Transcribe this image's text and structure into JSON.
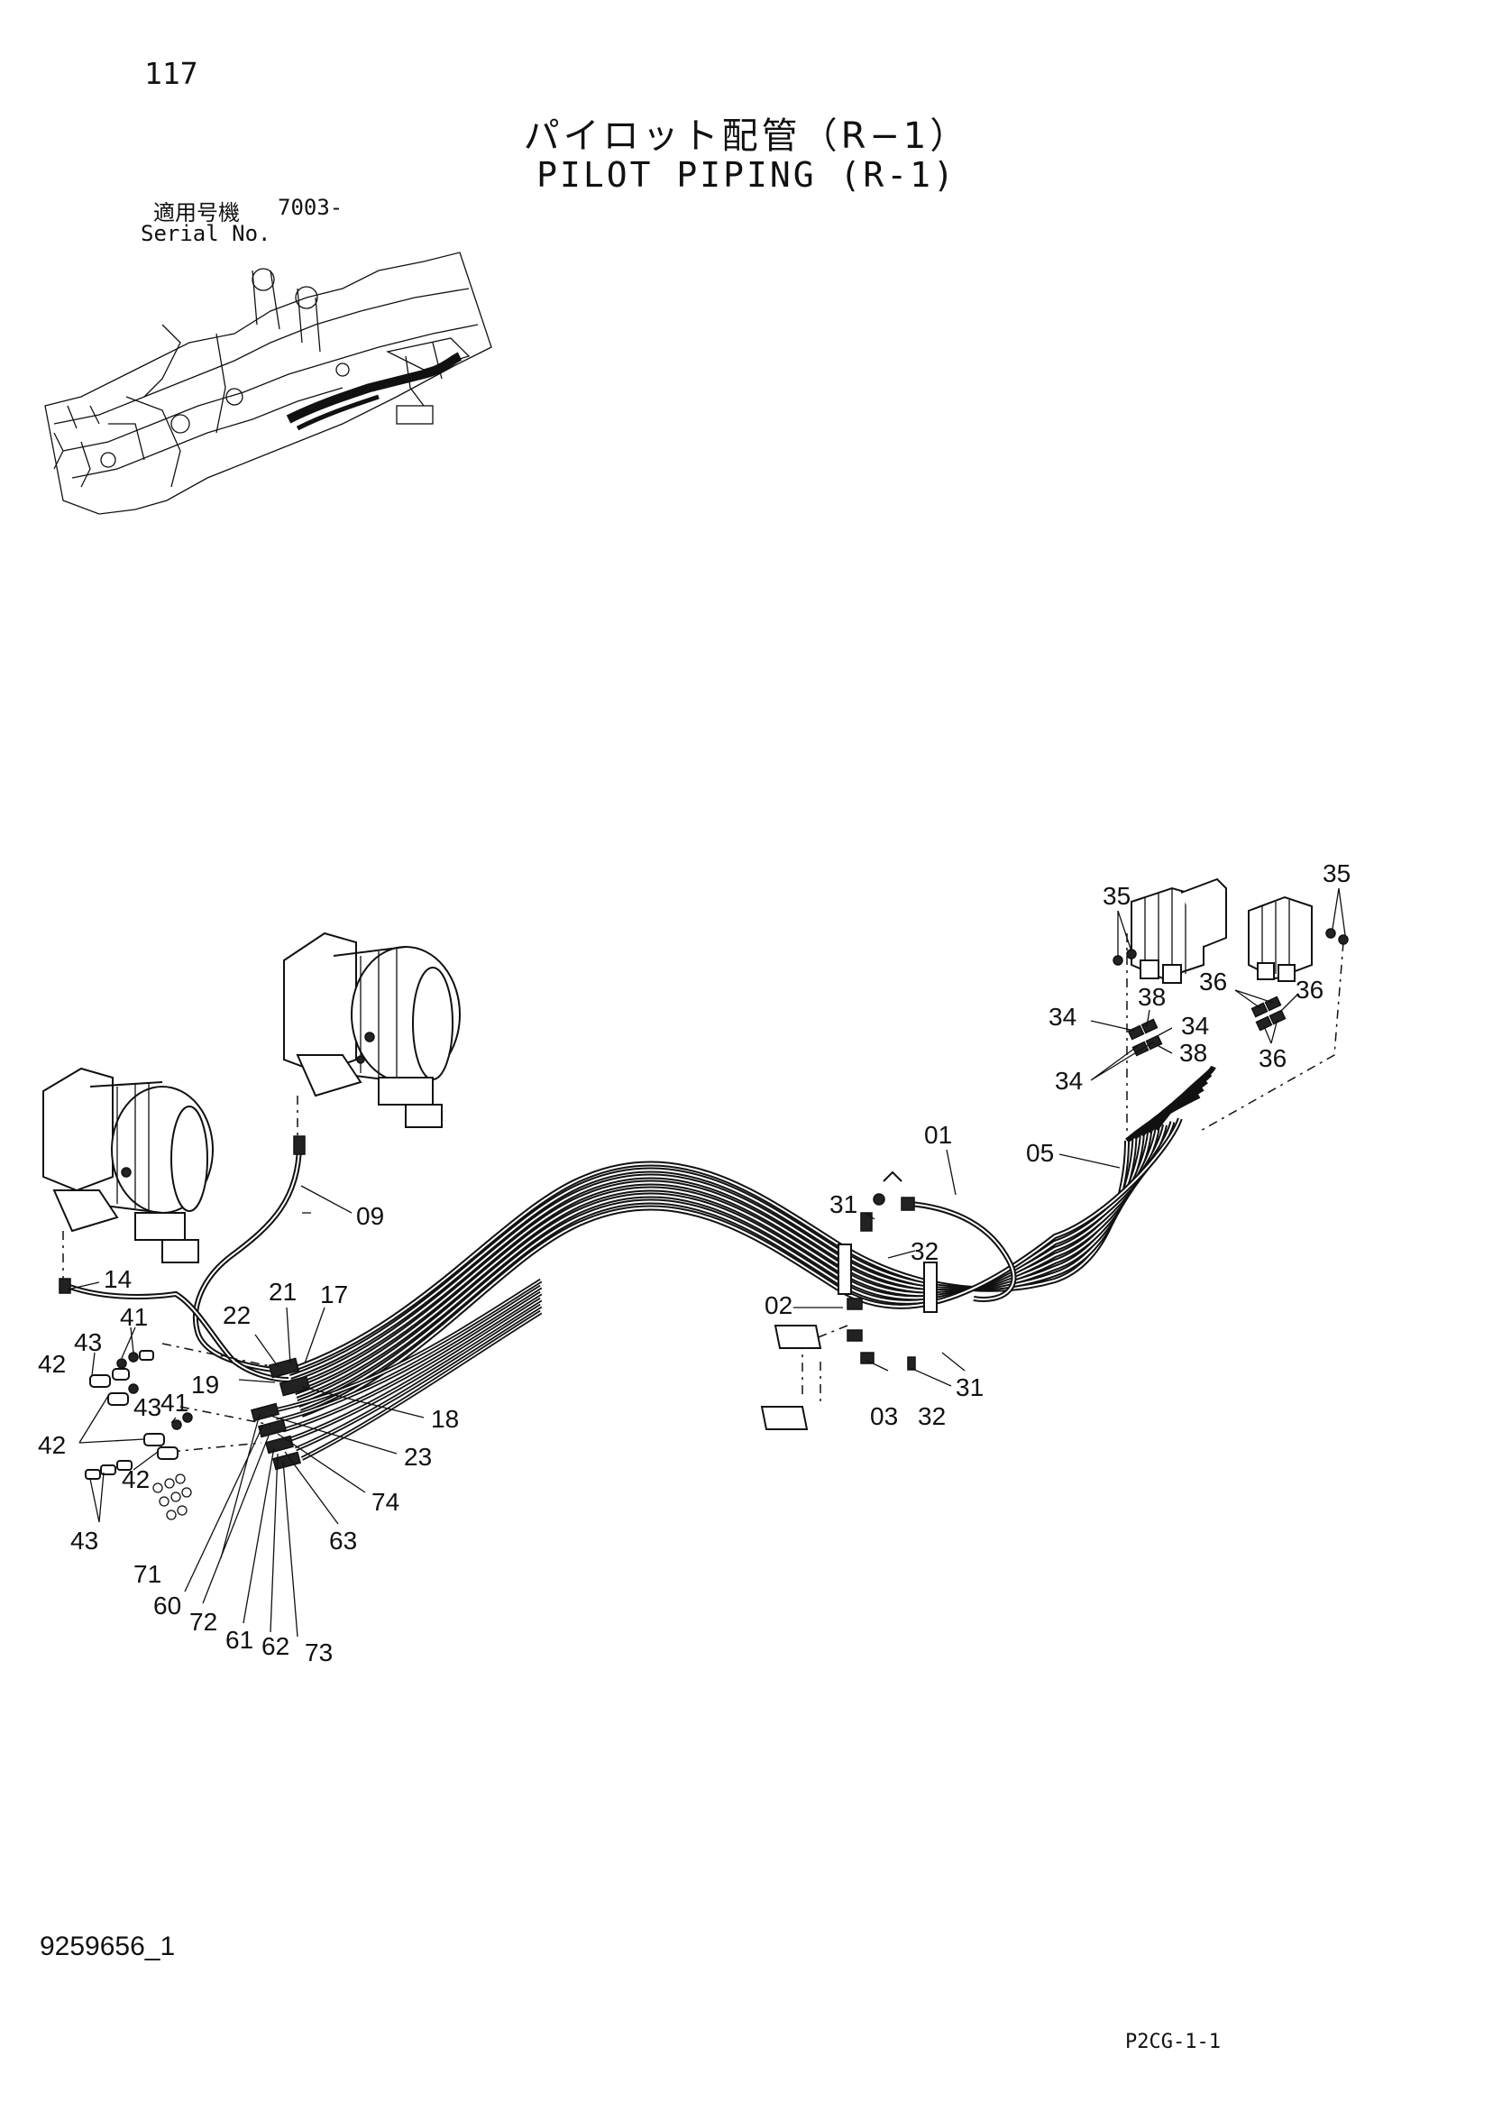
{
  "header": {
    "page_number": "117",
    "title_jp": "パイロット配管（R−1）",
    "title_en": "PILOT PIPING (R-1)",
    "serial_label_jp": "適用号機",
    "serial_number": "7003-",
    "serial_label_en": "Serial No."
  },
  "footer": {
    "document_number": "9259656_1",
    "page_code": "P2CG-1-1"
  },
  "callouts": {
    "c01": "01",
    "c02": "02",
    "c03": "03",
    "c05": "05",
    "c09": "09",
    "c14": "14",
    "c17": "17",
    "c18": "18",
    "c19": "19",
    "c21": "21",
    "c22": "22",
    "c23": "23",
    "c31a": "31",
    "c31b": "31",
    "c32a": "32",
    "c32b": "32",
    "c34a": "34",
    "c34b": "34",
    "c34c": "34",
    "c35a": "35",
    "c35b": "35",
    "c36a": "36",
    "c36b": "36",
    "c36c": "36",
    "c38a": "38",
    "c38b": "38",
    "c41a": "41",
    "c41b": "41",
    "c42a": "42",
    "c42b": "42",
    "c42c": "42",
    "c43a": "43",
    "c43b": "43",
    "c43c": "43",
    "c60": "60",
    "c61": "61",
    "c62": "62",
    "c63": "63",
    "c71": "71",
    "c72": "72",
    "c73": "73",
    "c74": "74"
  }
}
